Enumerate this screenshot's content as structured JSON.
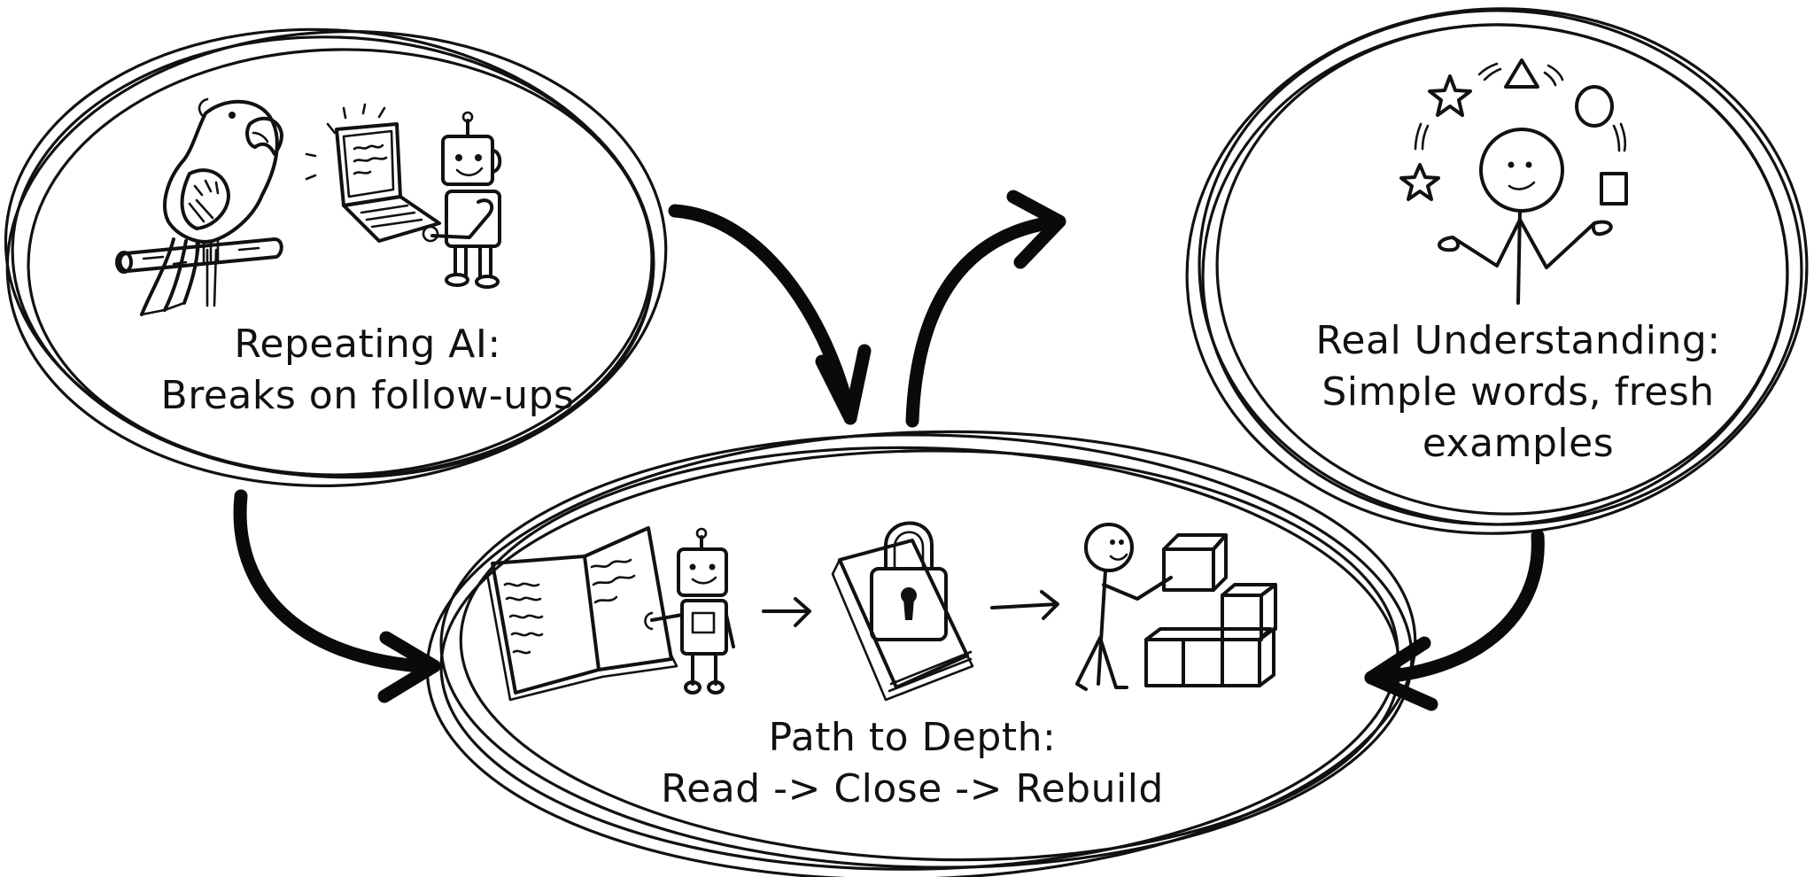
{
  "diagram": {
    "style": "hand-drawn sketch, black ink on white",
    "colors": {
      "ink": "#111111",
      "background": "#ffffff"
    },
    "nodes": [
      {
        "id": "repeating-ai",
        "title": "Repeating AI:",
        "subtitle": "Breaks on follow-ups",
        "illustrations": [
          "parrot-on-perch",
          "robot-with-laptop"
        ]
      },
      {
        "id": "path-to-depth",
        "title": "Path to Depth:",
        "subtitle": "Read -> Close -> Rebuild",
        "illustrations": [
          "open-book-with-robot",
          "arrow-right",
          "locked-book",
          "arrow-right",
          "stick-figure-stacking-blocks"
        ]
      },
      {
        "id": "real-understanding",
        "title": "Real Understanding:",
        "subtitle_lines": [
          "Simple words, fresh",
          "examples"
        ],
        "illustrations": [
          "stick-figure-juggling-shapes"
        ]
      }
    ],
    "edges": [
      {
        "from": "repeating-ai",
        "to": "path-to-depth",
        "side": "top"
      },
      {
        "from": "repeating-ai",
        "to": "path-to-depth",
        "side": "left"
      },
      {
        "from": "path-to-depth",
        "to": "real-understanding",
        "side": "top"
      },
      {
        "from": "real-understanding",
        "to": "path-to-depth",
        "side": "right"
      }
    ]
  }
}
